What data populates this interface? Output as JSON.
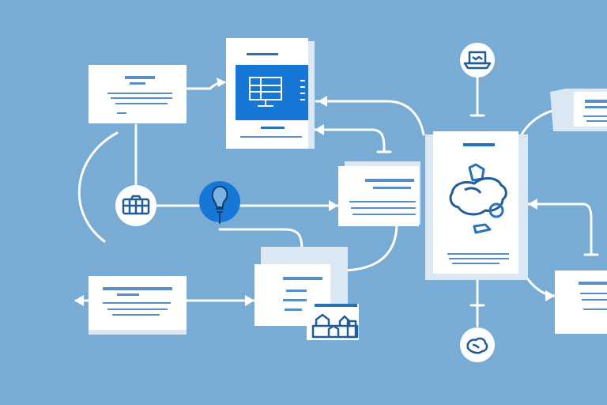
{
  "colors": {
    "background": "#79acd4",
    "card": "#ffffff",
    "card_shade": "#dbe8f3",
    "connector": "#ffffff",
    "accent_blue": "#1677d6",
    "text_blue": "#2a72b8"
  },
  "cards": [
    {
      "id": "top-left-note",
      "icon": "none"
    },
    {
      "id": "monitor-card",
      "icon": "monitor-icon"
    },
    {
      "id": "center-left-card",
      "icon": "none"
    },
    {
      "id": "central-hub-card",
      "icon": "brain-gear-icon"
    },
    {
      "id": "bottom-left-card",
      "icon": "none"
    },
    {
      "id": "bottom-center-card",
      "icon": "none"
    },
    {
      "id": "castle-card",
      "icon": "castle-icon"
    },
    {
      "id": "top-right-card",
      "icon": "none"
    },
    {
      "id": "bottom-right-card",
      "icon": "none"
    }
  ],
  "nodes": [
    {
      "id": "toolbox-node",
      "icon": "toolbox-icon"
    },
    {
      "id": "lightbulb-node",
      "icon": "lightbulb-icon"
    },
    {
      "id": "laptop-node",
      "icon": "laptop-icon"
    },
    {
      "id": "brain-node",
      "icon": "brain-icon"
    }
  ]
}
